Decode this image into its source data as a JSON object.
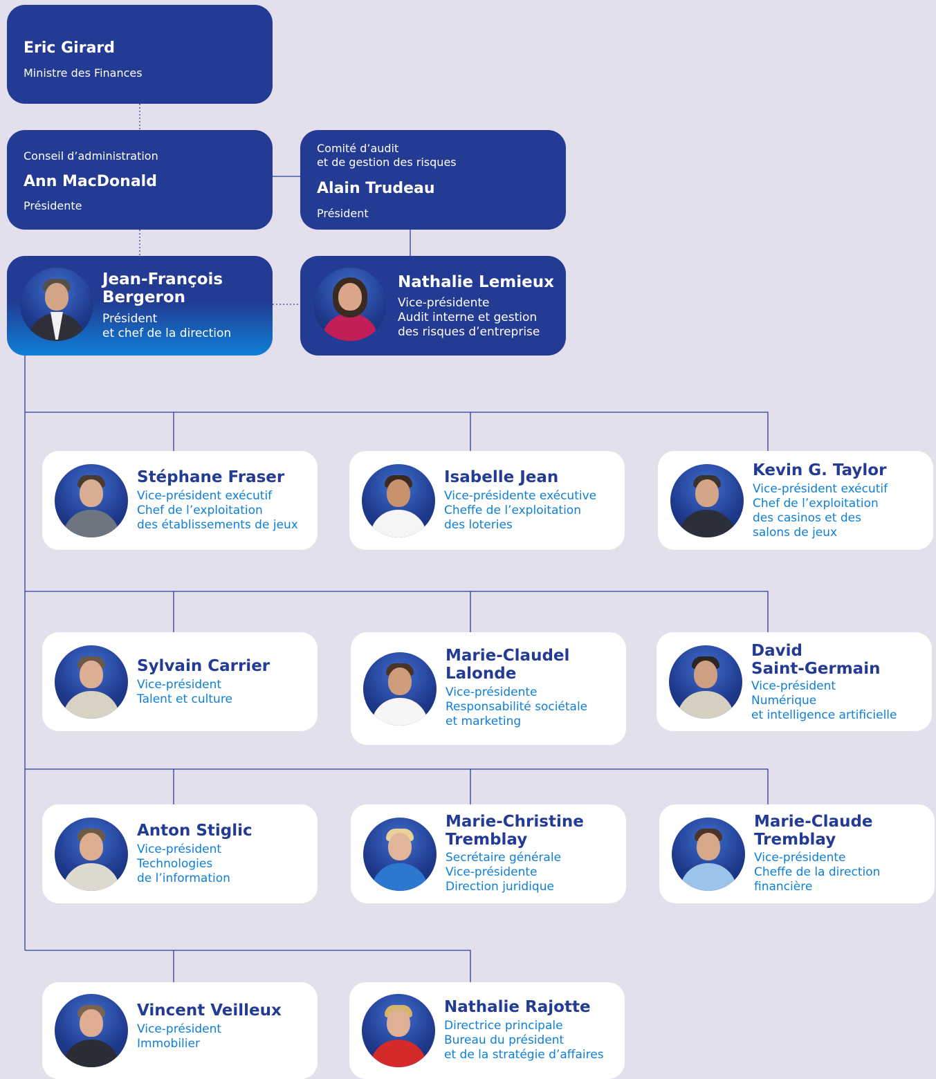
{
  "colors": {
    "navy": "#233b92",
    "blue": "#0e7fd6",
    "background": "#e4dfec",
    "line": "#2c3e9a"
  },
  "minister": {
    "name": "Eric Girard",
    "title": "Ministre des Finances"
  },
  "board": {
    "heading": "Conseil d’administration",
    "name": "Ann MacDonald",
    "title": "Présidente"
  },
  "audit": {
    "heading": "Comité d’audit\net de gestion des risques",
    "name": "Alain Trudeau",
    "title": "Président"
  },
  "ceo": {
    "name": "Jean-François\nBergeron",
    "title": "Président\net chef de la direction",
    "icon": "person-portrait-icon"
  },
  "audit_vp": {
    "name": "Nathalie Lemieux",
    "title": "Vice-présidente\nAudit interne et gestion\ndes risques d’entreprise",
    "icon": "person-portrait-icon"
  },
  "executives": [
    {
      "name": "Stéphane Fraser",
      "title": "Vice-président exécutif\nChef de l’exploitation\ndes établissements de jeux",
      "skin": "#d9ad92",
      "hair": "#4a3b30",
      "suit": "#6d7580"
    },
    {
      "name": "Isabelle Jean",
      "title": "Vice-présidente exécutive\nCheffe de l’exploitation\ndes loteries",
      "skin": "#c9926f",
      "hair": "#3a2a20",
      "suit": "#f5f5f5"
    },
    {
      "name": "Kevin G. Taylor",
      "title": "Vice-président exécutif\nChef de l’exploitation\ndes casinos et des\nsalons de jeux",
      "skin": "#d4a587",
      "hair": "#3a3430",
      "suit": "#2b2f3a"
    },
    {
      "name": "Sylvain Carrier",
      "title": "Vice-président\nTalent et culture",
      "skin": "#dcae92",
      "hair": "#6a5848",
      "suit": "#d8d2c2"
    },
    {
      "name": "Marie-Claudel\nLalonde",
      "title": "Vice-présidente\nResponsabilité sociétale\net marketing",
      "skin": "#cf9c7c",
      "hair": "#4a3426",
      "suit": "#f6f6f6"
    },
    {
      "name": "David\nSaint-Germain",
      "title": "Vice-président\nNumérique\net intelligence artificielle",
      "skin": "#cf9f82",
      "hair": "#2c2622",
      "suit": "#d6d0c0"
    },
    {
      "name": "Anton Stiglic",
      "title": "Vice-président\nTechnologies\nde l’information",
      "skin": "#deae90",
      "hair": "#6e5a44",
      "suit": "#dedad0"
    },
    {
      "name": "Marie-Christine\nTremblay",
      "title": "Secrétaire générale\nVice-présidente\nDirection juridique",
      "skin": "#e2b59a",
      "hair": "#e8d29a",
      "suit": "#2c78d0"
    },
    {
      "name": "Marie-Claude\nTremblay",
      "title": "Vice-présidente\nCheffe de la direction\nfinancière",
      "skin": "#d8a88a",
      "hair": "#4a3428",
      "suit": "#9cc4ea"
    },
    {
      "name": "Vincent Veilleux",
      "title": "Vice-président\nImmobilier",
      "skin": "#dfae92",
      "hair": "#7a6450",
      "suit": "#2a2d36"
    },
    {
      "name": "Nathalie Rajotte",
      "title": "Directrice principale\nBureau du président\net de la stratégie d’affaires",
      "skin": "#e0b094",
      "hair": "#d8b46a",
      "suit": "#d52a2a"
    }
  ]
}
